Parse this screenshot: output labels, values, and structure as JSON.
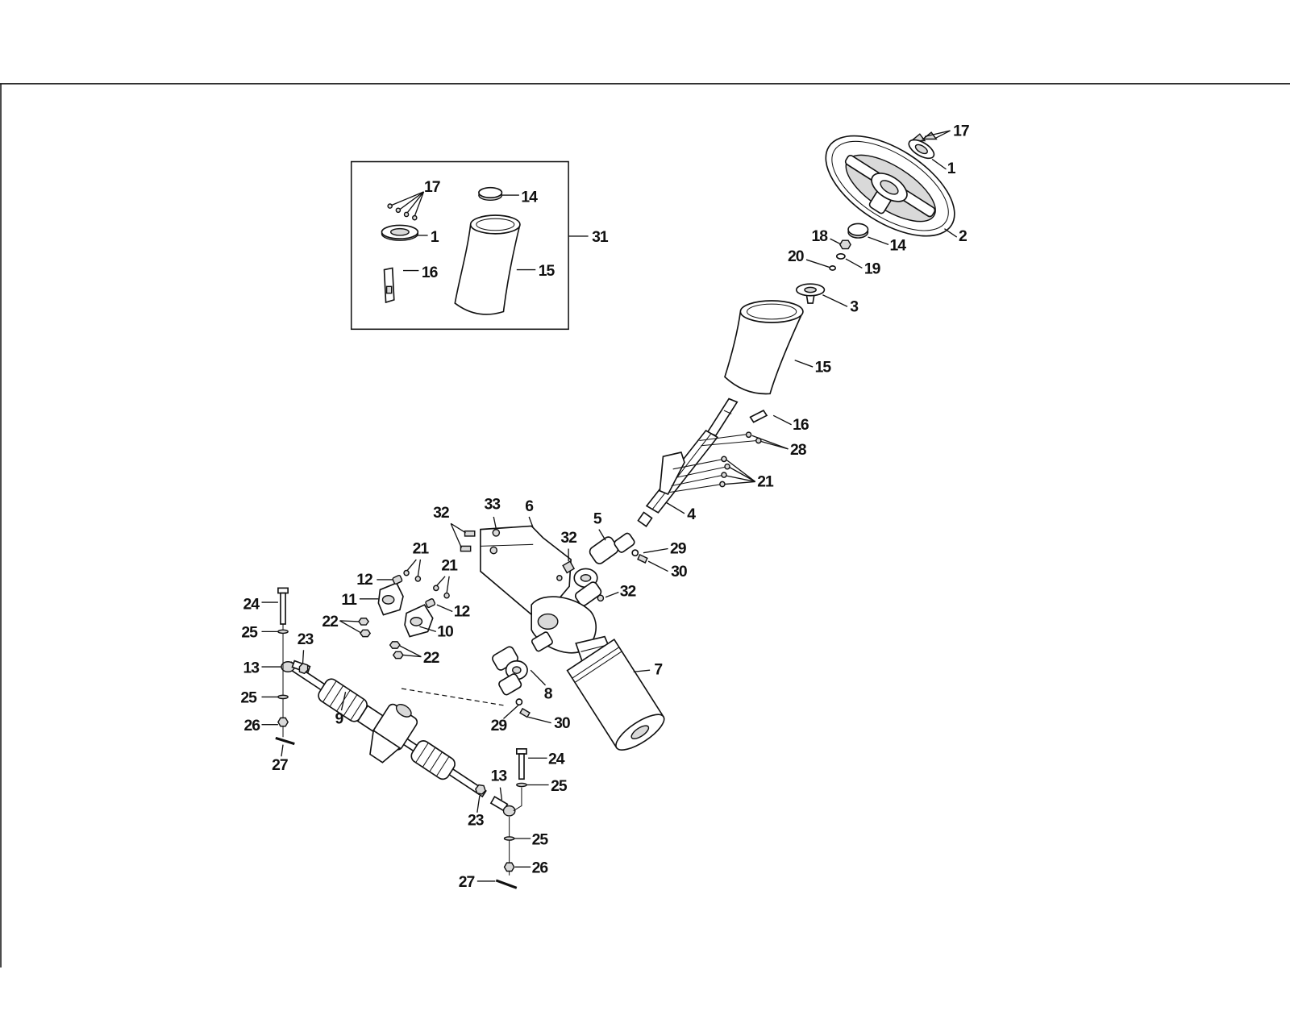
{
  "diagram": {
    "inset_callouts": [
      "17",
      "14",
      "1",
      "16",
      "15",
      "31"
    ],
    "main_callouts": [
      "17",
      "1",
      "2",
      "14",
      "18",
      "19",
      "20",
      "3",
      "15",
      "16",
      "28",
      "21",
      "4",
      "6",
      "33",
      "32",
      "32",
      "5",
      "29",
      "30",
      "32",
      "21",
      "21",
      "12",
      "11",
      "12",
      "22",
      "10",
      "22",
      "24",
      "25",
      "23",
      "13",
      "25",
      "26",
      "27",
      "9",
      "8",
      "7",
      "29",
      "30",
      "24",
      "25",
      "13",
      "23",
      "25",
      "26",
      "27"
    ]
  }
}
